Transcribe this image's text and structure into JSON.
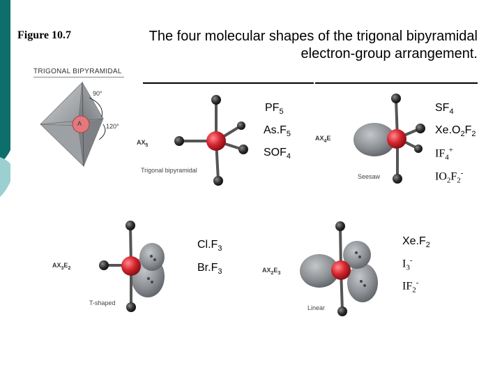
{
  "figure_label": "Figure 10.7",
  "title_line1": "The four molecular shapes of the trigonal bipyramidal",
  "title_line2": "electron-group arrangement.",
  "trigonal_header": "TRIGONAL BIPYRAMIDAL",
  "angle_90": "90°",
  "angle_120": "120°",
  "center_atom": "A",
  "panels": {
    "ax5": {
      "ax_base": "AX",
      "ax_sub": "5",
      "caption": "Trigonal bipyramidal"
    },
    "ax4e": {
      "ax_base": "AX",
      "ax_sub": "4",
      "ax_tail": "E",
      "caption": "Seesaw"
    },
    "ax3e2": {
      "ax_base": "AX",
      "ax_sub": "3",
      "ax_tail": "E",
      "ax_sub2": "2",
      "caption": "T-shaped"
    },
    "ax2e3": {
      "ax_base": "AX",
      "ax_sub": "2",
      "ax_tail": "E",
      "ax_sub2": "3",
      "caption": "Linear"
    }
  },
  "examples": {
    "ax5": [
      {
        "base": "PF",
        "sub": "5"
      },
      {
        "base": "As.F",
        "sub": "5"
      },
      {
        "base": "SOF",
        "sub": "4"
      }
    ],
    "ax4e": {
      "sf4": {
        "base": "SF",
        "sub": "4"
      },
      "xeo2f2": {
        "a": "Xe.O",
        "sub1": "2",
        "b": "F",
        "sub2": "2"
      },
      "if4": {
        "base": "IF",
        "sub": "4",
        "sup": "+"
      },
      "io2f2": {
        "a": "IO",
        "sub1": "2",
        "b": "F",
        "sub2": "2",
        "sup": "-"
      }
    },
    "ax3e2": [
      {
        "base": "Cl.F",
        "sub": "3"
      },
      {
        "base": "Br.F",
        "sub": "3"
      }
    ],
    "ax2e3": {
      "xef2": {
        "base": "Xe.F",
        "sub": "2"
      },
      "i3": {
        "base": "I",
        "sub": "3",
        "sup": "-"
      },
      "if2": {
        "base": "IF",
        "sub": "2",
        "sup": "-"
      }
    }
  },
  "colors": {
    "teal": "#0e6e6b",
    "light_teal": "#9ccfcf",
    "central_atom": "#d7262f",
    "ligand": "#333333",
    "lone_pair": "#8c8f93"
  }
}
